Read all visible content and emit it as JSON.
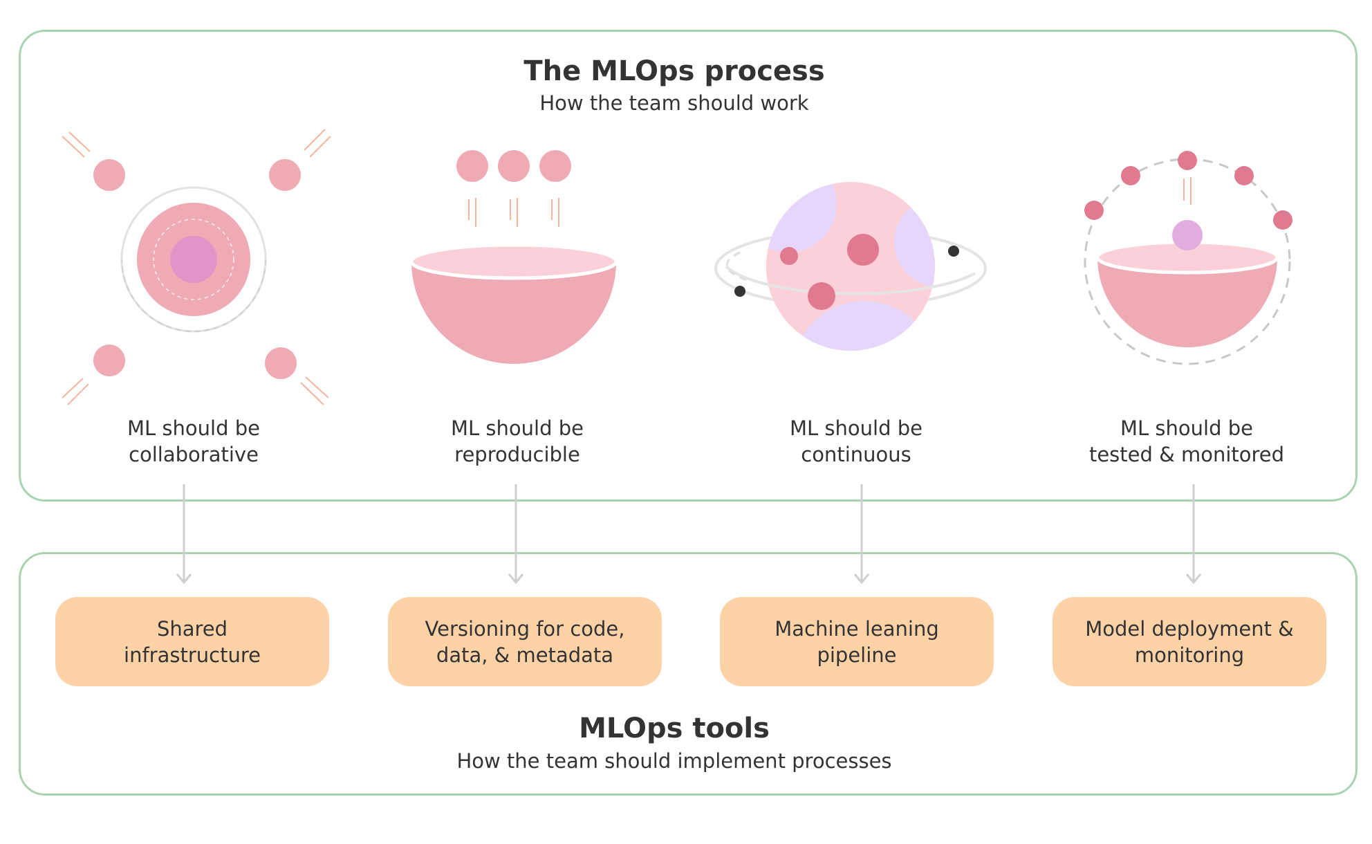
{
  "process": {
    "title": "The MLOps process",
    "subtitle": "How the team should work"
  },
  "principles": [
    {
      "line1": "ML should be",
      "line2": "collaborative"
    },
    {
      "line1": "ML should be",
      "line2": "reproducible"
    },
    {
      "line1": "ML should be",
      "line2": "continuous"
    },
    {
      "line1": "ML should be",
      "line2": "tested & monitored"
    }
  ],
  "tools": {
    "title": "MLOps tools",
    "subtitle": "How the team should implement processes",
    "items": [
      {
        "line1": "Shared",
        "line2": "infrastructure"
      },
      {
        "line1": "Versioning for code,",
        "line2": "data, & metadata"
      },
      {
        "line1": "Machine leaning",
        "line2": "pipeline"
      },
      {
        "line1": "Model deployment &",
        "line2": "monitoring"
      }
    ]
  },
  "colors": {
    "panel_border": "#a9d3b0",
    "tool_box_fill": "#fdd2a7",
    "pink_main": "#eeaab5",
    "pink_light": "#fcd0d8",
    "pink_dark": "#e07a91",
    "lavender": "#e6d6fb",
    "orchid": "#e094c8",
    "arrow": "#cfcfcf"
  }
}
